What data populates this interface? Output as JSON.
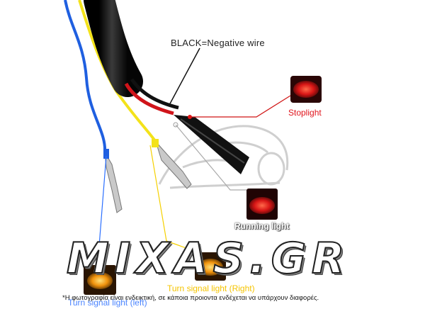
{
  "labels": {
    "negative_wire": "BLACK=Negative wire",
    "stoplight": "Stoplight",
    "running_light": "Running light",
    "turn_right": "Turn signal light (Right)",
    "turn_left": "Turn signal light (left)"
  },
  "watermark": "MIXAS.GR",
  "disclaimer": "*Η φωτογραφία είναι ενδεικτική, σε κάποια προιοντα ενδέχεται να υπάρχουν διαφορές.",
  "colors": {
    "stoplight_red": "#e0141c",
    "turn_yellow": "#f5c400",
    "turn_blue": "#2b6fff",
    "wire_yellow": "#f3e21a",
    "wire_blue": "#1f5fe0",
    "wire_red": "#d0141a",
    "cable_black": "#151515"
  }
}
